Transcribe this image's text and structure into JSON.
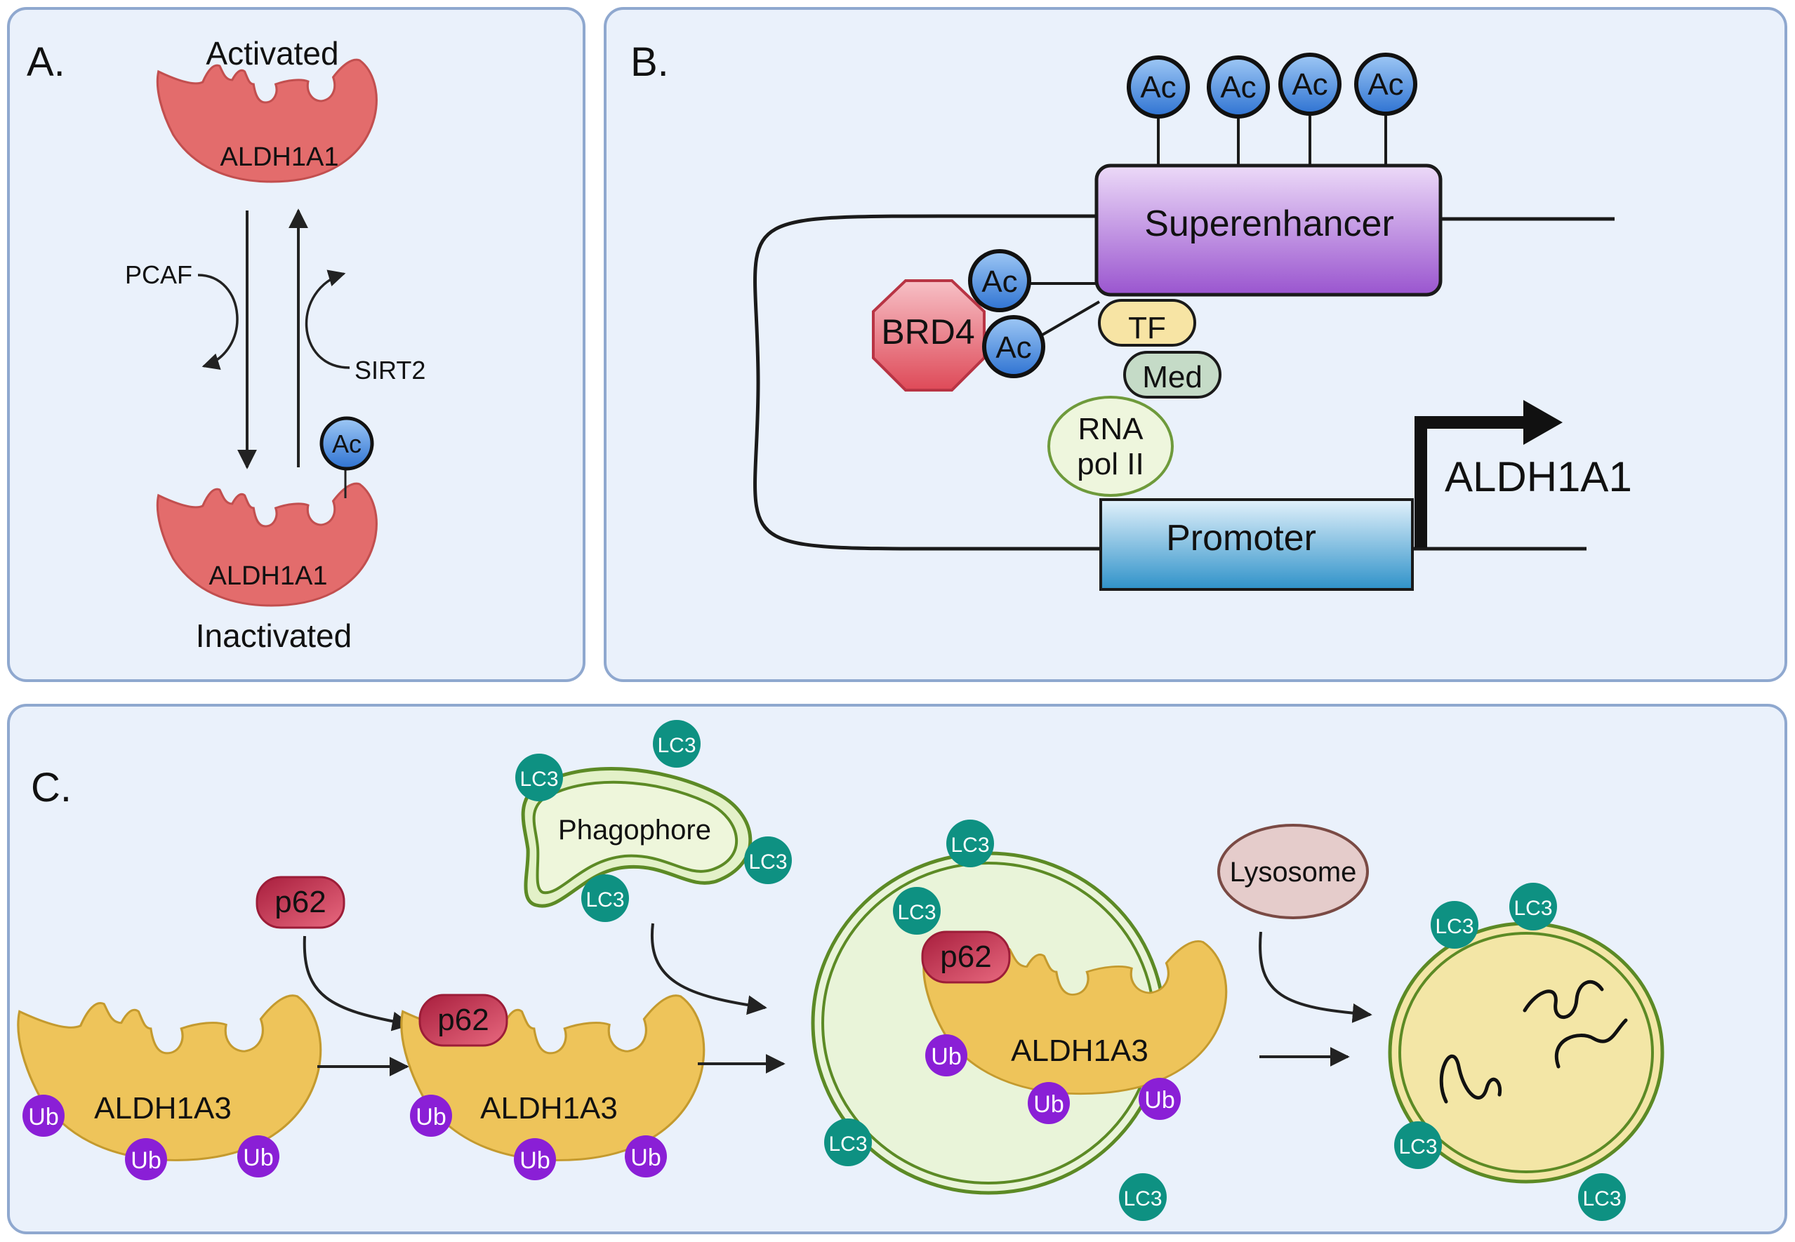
{
  "panel_a": {
    "letter": "A.",
    "activated": "Activated",
    "inactivated": "Inactivated",
    "enzyme": "ALDH1A1",
    "acetylase": "PCAF",
    "deacetylase": "SIRT2",
    "mark": "Ac"
  },
  "panel_b": {
    "letter": "B.",
    "superenhancer": "Superenhancer",
    "reader": "BRD4",
    "mark": "Ac",
    "tf": "TF",
    "mediator": "Med",
    "polymerase_line1": "RNA",
    "polymerase_line2": "pol II",
    "promoter": "Promoter",
    "gene": "ALDH1A1"
  },
  "panel_c": {
    "letter": "C.",
    "enzyme": "ALDH1A3",
    "adaptor": "p62",
    "ubiquitin": "Ub",
    "lc3": "LC3",
    "phagophore": "Phagophore",
    "lysosome": "Lysosome"
  },
  "colors": {
    "panel_fill": "#eaf1fb",
    "panel_border": "#8fa8cf",
    "aldh1a1": "#e36c6c",
    "aldh1a3": "#eec45a",
    "acetyl": "#3f86e0",
    "brd4": "#e05a66",
    "superenhancer": "#a664d6",
    "promoter": "#3a9fd0",
    "p62": "#c2334f",
    "ubiquitin": "#8a1fd6",
    "lc3": "#0e9182",
    "autophagosome": "#e9f4d9",
    "lysosome": "#f3e6a6"
  }
}
